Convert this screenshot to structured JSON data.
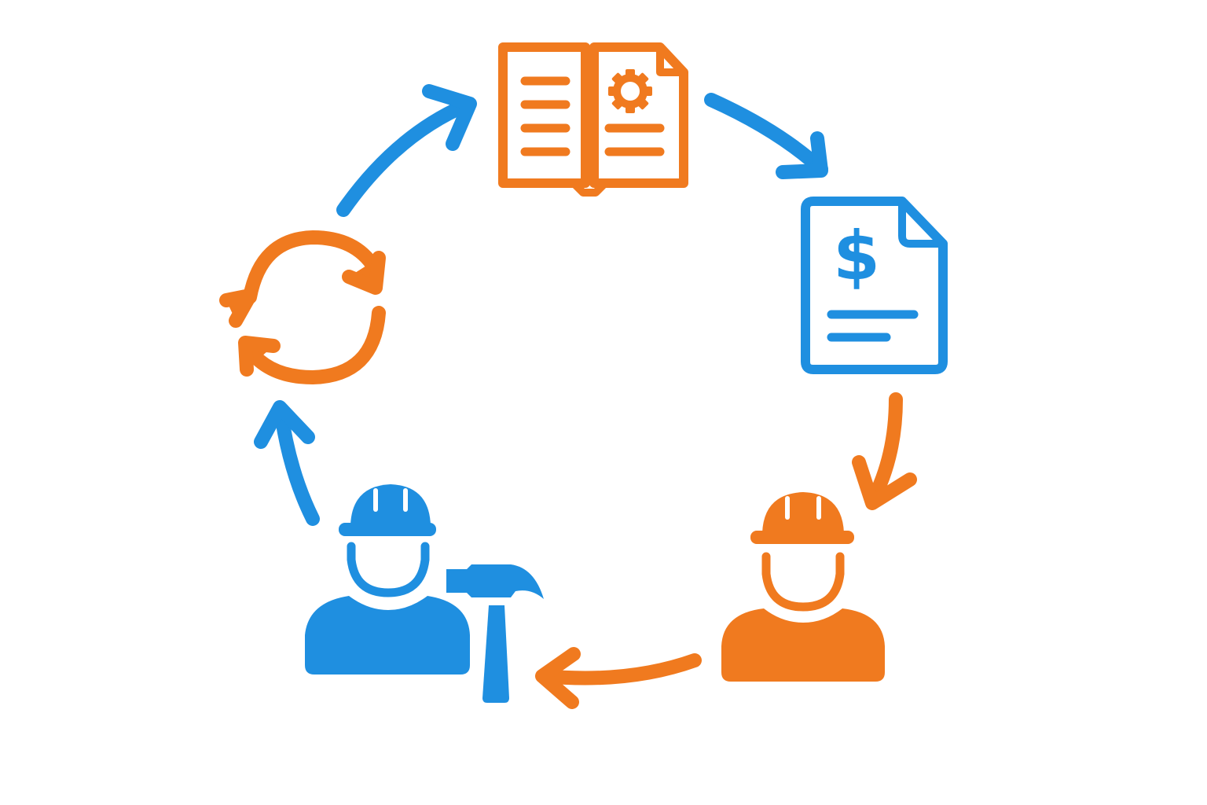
{
  "colors": {
    "orange": "#F07A1F",
    "blue": "#1F8FE0",
    "background": "#FFFFFF"
  },
  "diagram": {
    "type": "cycle",
    "steps": [
      {
        "id": "manual",
        "icon": "open-book-gear-icon",
        "color": "orange"
      },
      {
        "id": "invoice",
        "icon": "invoice-dollar-icon",
        "color": "blue"
      },
      {
        "id": "contractor",
        "icon": "construction-worker-icon",
        "color": "orange"
      },
      {
        "id": "builder",
        "icon": "worker-with-hammer-icon",
        "color": "blue"
      },
      {
        "id": "repeat",
        "icon": "refresh-cycle-icon",
        "color": "orange"
      }
    ],
    "arrows": [
      {
        "from": "repeat",
        "to": "manual",
        "color": "blue"
      },
      {
        "from": "manual",
        "to": "invoice",
        "color": "blue"
      },
      {
        "from": "invoice",
        "to": "contractor",
        "color": "orange"
      },
      {
        "from": "contractor",
        "to": "builder",
        "color": "orange"
      },
      {
        "from": "builder",
        "to": "repeat",
        "color": "blue"
      }
    ]
  }
}
